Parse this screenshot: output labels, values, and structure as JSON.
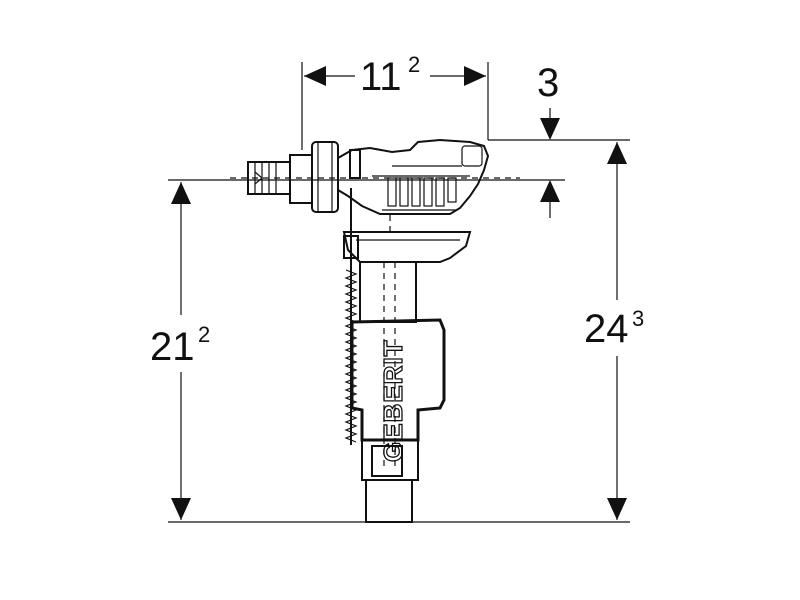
{
  "dimensions": {
    "width_top": {
      "main": "11",
      "sup": "2"
    },
    "offset_top": {
      "main": "3"
    },
    "height_left": {
      "main": "21",
      "sup": "2"
    },
    "height_right": {
      "main": "24",
      "sup": "3"
    }
  },
  "brand_text": "GEBERIT",
  "colors": {
    "line": "#111111",
    "background": "#ffffff",
    "fill": "#ffffff"
  }
}
